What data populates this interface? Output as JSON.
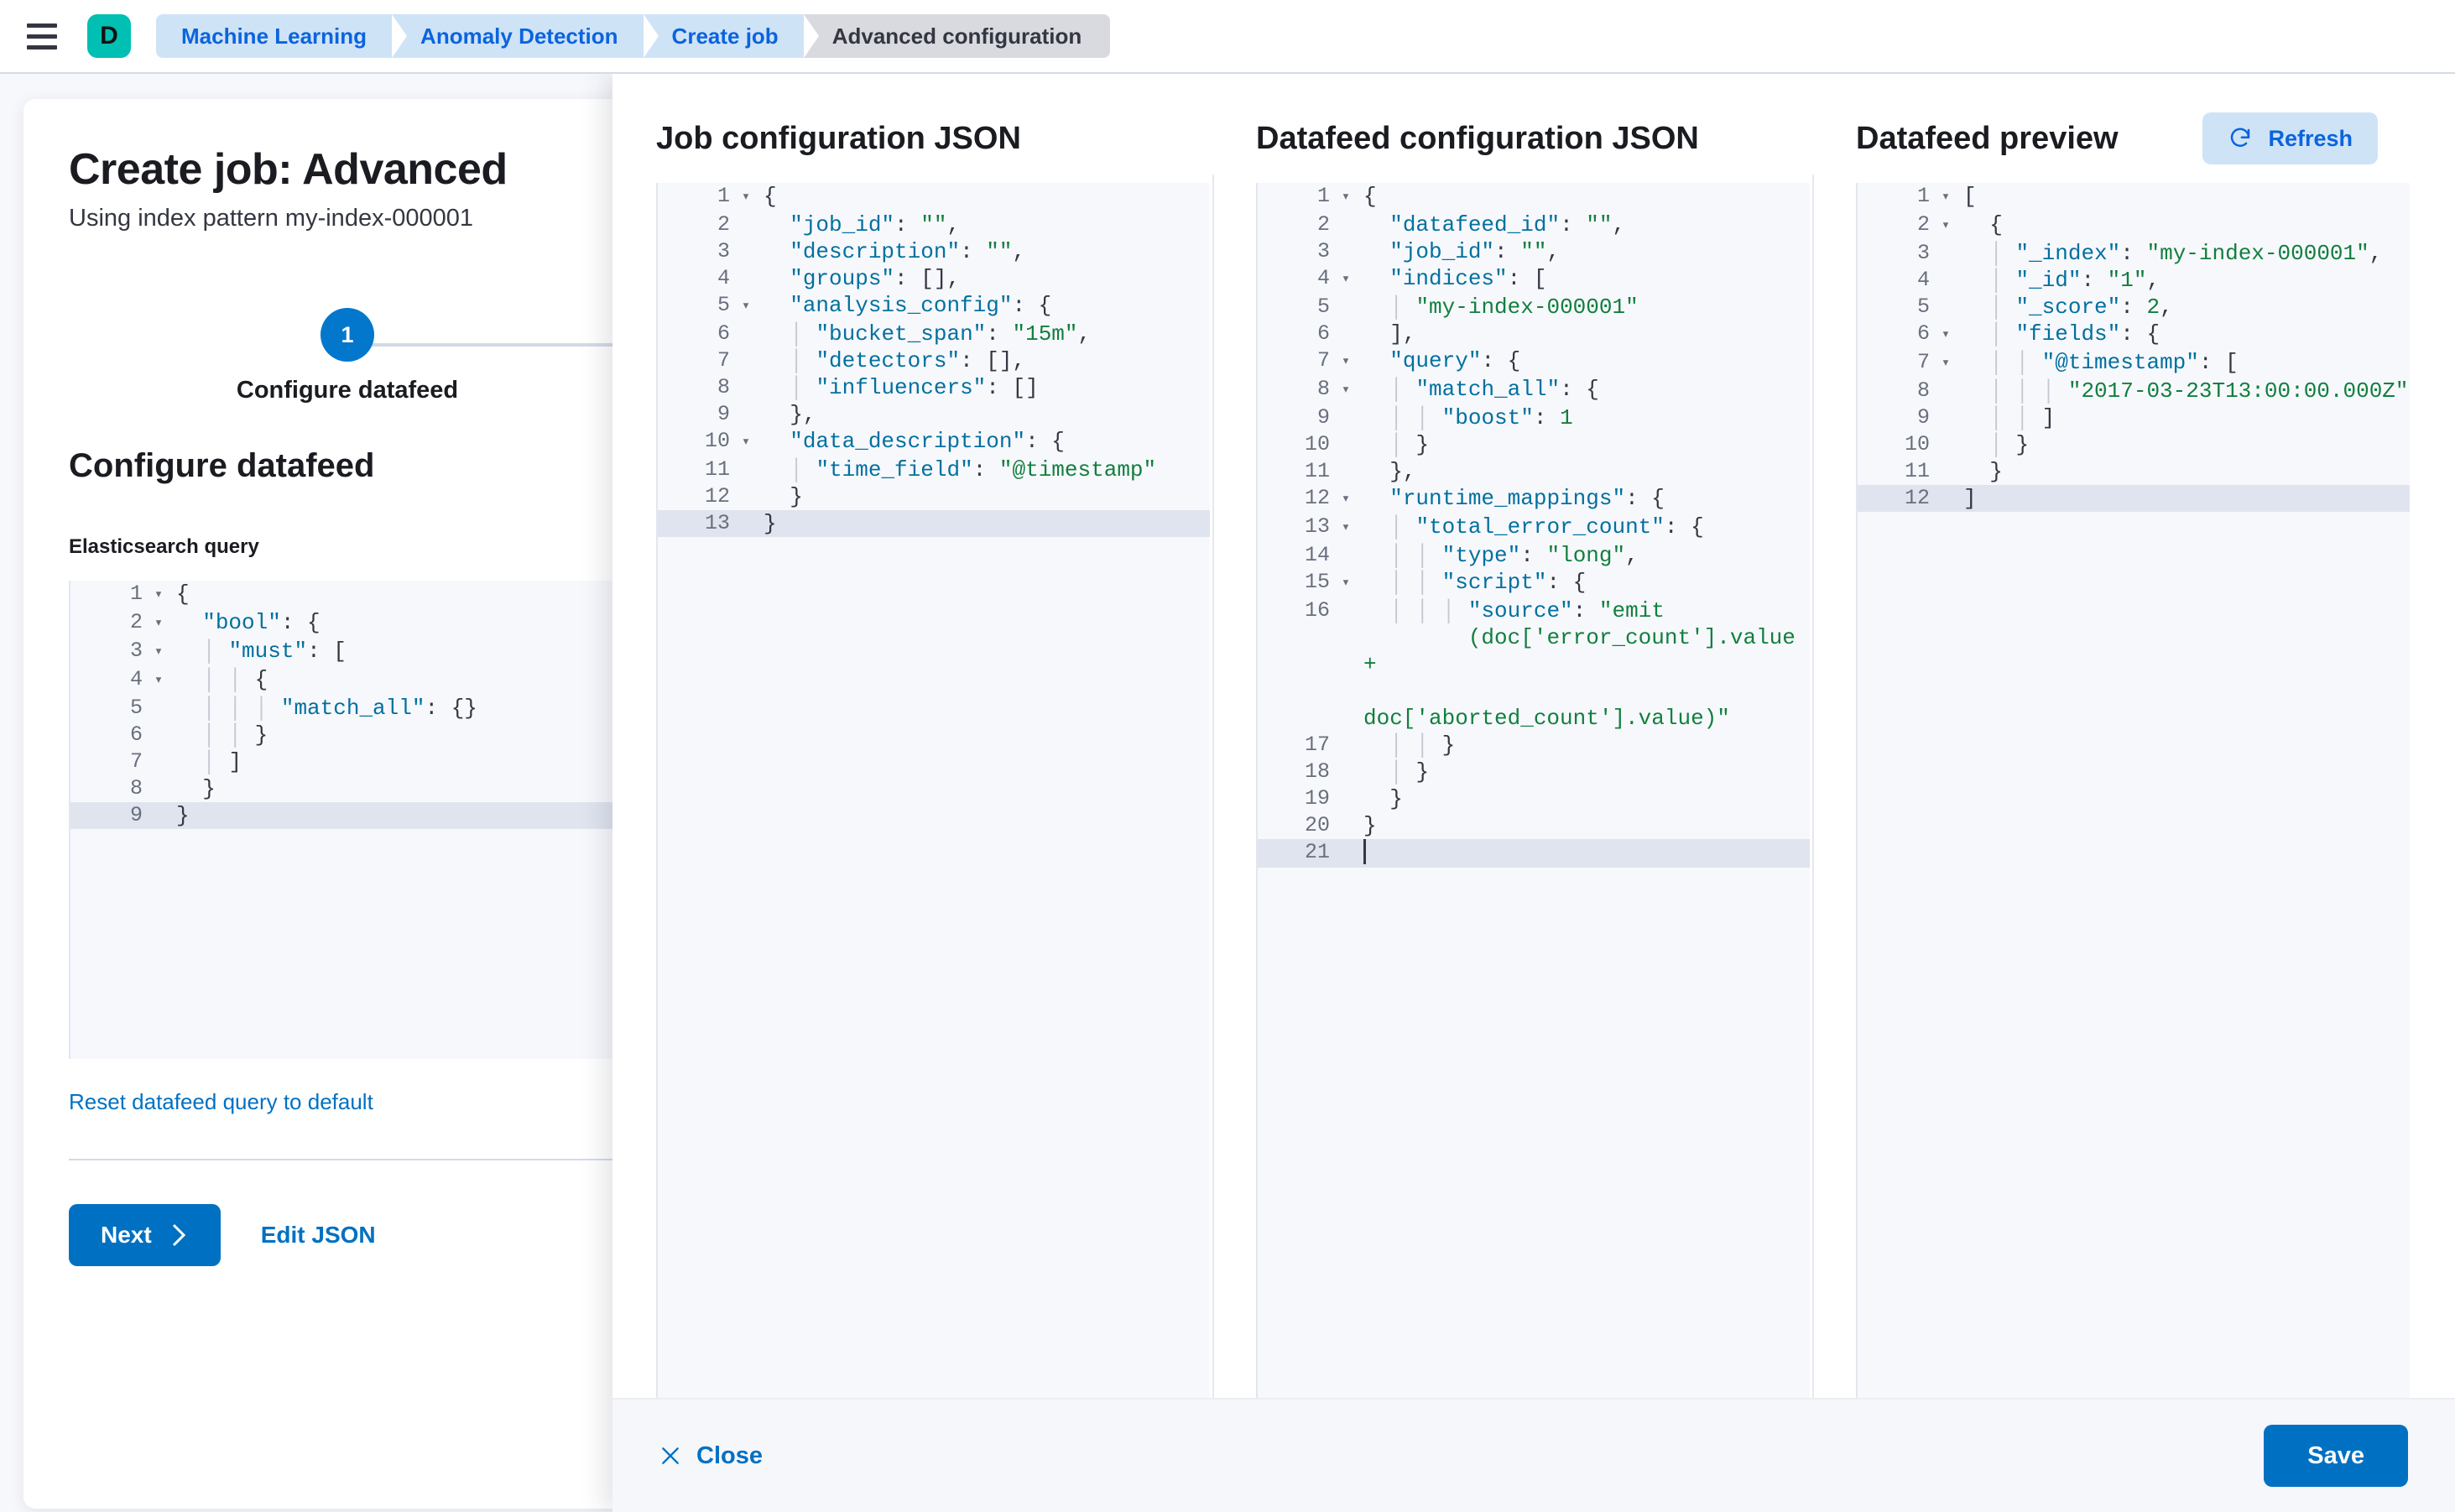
{
  "topbar": {
    "menu_icon": "hamburger-icon",
    "logo_letter": "D",
    "breadcrumbs": [
      {
        "label": "Machine Learning",
        "active": false
      },
      {
        "label": "Anomaly Detection",
        "active": false
      },
      {
        "label": "Create job",
        "active": false
      },
      {
        "label": "Advanced configuration",
        "active": true
      }
    ]
  },
  "page": {
    "title": "Create job: Advanced",
    "subtitle": "Using index pattern my-index-000001",
    "step_number": "1",
    "step_label": "Configure datafeed",
    "section_title": "Configure datafeed",
    "query_field_label": "Elasticsearch query",
    "reset_link": "Reset datafeed query to default",
    "next_label": "Next",
    "next_icon": "chevron-right-icon",
    "edit_json_label": "Edit JSON"
  },
  "es_query_editor": {
    "lines": [
      {
        "n": "1",
        "fold": true,
        "segs": [
          [
            "pun",
            "{"
          ]
        ]
      },
      {
        "n": "2",
        "fold": true,
        "segs": [
          [
            "pun",
            "  "
          ],
          [
            "key",
            "\"bool\""
          ],
          [
            "pun",
            ": {"
          ]
        ]
      },
      {
        "n": "3",
        "fold": true,
        "segs": [
          [
            "guide",
            "  │ "
          ],
          [
            "key",
            "\"must\""
          ],
          [
            "pun",
            ": ["
          ]
        ]
      },
      {
        "n": "4",
        "fold": true,
        "segs": [
          [
            "guide",
            "  │ │ "
          ],
          [
            "pun",
            "{"
          ]
        ]
      },
      {
        "n": "5",
        "fold": false,
        "segs": [
          [
            "guide",
            "  │ │ │ "
          ],
          [
            "key",
            "\"match_all\""
          ],
          [
            "pun",
            ": {}"
          ]
        ]
      },
      {
        "n": "6",
        "fold": false,
        "segs": [
          [
            "guide",
            "  │ │ "
          ],
          [
            "pun",
            "}"
          ]
        ]
      },
      {
        "n": "7",
        "fold": false,
        "segs": [
          [
            "guide",
            "  │ "
          ],
          [
            "pun",
            "]"
          ]
        ]
      },
      {
        "n": "8",
        "fold": false,
        "segs": [
          [
            "pun",
            "  }"
          ]
        ]
      },
      {
        "n": "9",
        "fold": false,
        "segs": [
          [
            "pun",
            "}"
          ]
        ],
        "active": true
      }
    ]
  },
  "flyout": {
    "job_config": {
      "title": "Job configuration JSON",
      "lines": [
        {
          "n": "1",
          "fold": true,
          "segs": [
            [
              "pun",
              "{"
            ]
          ]
        },
        {
          "n": "2",
          "fold": false,
          "segs": [
            [
              "pun",
              "  "
            ],
            [
              "key",
              "\"job_id\""
            ],
            [
              "pun",
              ": "
            ],
            [
              "str",
              "\"\""
            ],
            [
              "pun",
              ","
            ]
          ]
        },
        {
          "n": "3",
          "fold": false,
          "segs": [
            [
              "pun",
              "  "
            ],
            [
              "key",
              "\"description\""
            ],
            [
              "pun",
              ": "
            ],
            [
              "str",
              "\"\""
            ],
            [
              "pun",
              ","
            ]
          ]
        },
        {
          "n": "4",
          "fold": false,
          "segs": [
            [
              "pun",
              "  "
            ],
            [
              "key",
              "\"groups\""
            ],
            [
              "pun",
              ": []"
            ],
            [
              "pun",
              ","
            ]
          ]
        },
        {
          "n": "5",
          "fold": true,
          "segs": [
            [
              "pun",
              "  "
            ],
            [
              "key",
              "\"analysis_config\""
            ],
            [
              "pun",
              ": {"
            ]
          ]
        },
        {
          "n": "6",
          "fold": false,
          "segs": [
            [
              "guide",
              "  │ "
            ],
            [
              "key",
              "\"bucket_span\""
            ],
            [
              "pun",
              ": "
            ],
            [
              "str",
              "\"15m\""
            ],
            [
              "pun",
              ","
            ]
          ]
        },
        {
          "n": "7",
          "fold": false,
          "segs": [
            [
              "guide",
              "  │ "
            ],
            [
              "key",
              "\"detectors\""
            ],
            [
              "pun",
              ": [],"
            ]
          ]
        },
        {
          "n": "8",
          "fold": false,
          "segs": [
            [
              "guide",
              "  │ "
            ],
            [
              "key",
              "\"influencers\""
            ],
            [
              "pun",
              ": []"
            ]
          ]
        },
        {
          "n": "9",
          "fold": false,
          "segs": [
            [
              "pun",
              "  },"
            ]
          ]
        },
        {
          "n": "10",
          "fold": true,
          "segs": [
            [
              "pun",
              "  "
            ],
            [
              "key",
              "\"data_description\""
            ],
            [
              "pun",
              ": {"
            ]
          ]
        },
        {
          "n": "11",
          "fold": false,
          "segs": [
            [
              "guide",
              "  │ "
            ],
            [
              "key",
              "\"time_field\""
            ],
            [
              "pun",
              ": "
            ],
            [
              "str",
              "\"@timestamp\""
            ]
          ]
        },
        {
          "n": "12",
          "fold": false,
          "segs": [
            [
              "pun",
              "  }"
            ]
          ]
        },
        {
          "n": "13",
          "fold": false,
          "segs": [
            [
              "pun",
              "}"
            ]
          ],
          "active": true
        }
      ]
    },
    "datafeed_config": {
      "title": "Datafeed configuration JSON",
      "lines": [
        {
          "n": "1",
          "fold": true,
          "segs": [
            [
              "pun",
              "{"
            ]
          ]
        },
        {
          "n": "2",
          "fold": false,
          "segs": [
            [
              "pun",
              "  "
            ],
            [
              "key",
              "\"datafeed_id\""
            ],
            [
              "pun",
              ": "
            ],
            [
              "str",
              "\"\""
            ],
            [
              "pun",
              ","
            ]
          ]
        },
        {
          "n": "3",
          "fold": false,
          "segs": [
            [
              "pun",
              "  "
            ],
            [
              "key",
              "\"job_id\""
            ],
            [
              "pun",
              ": "
            ],
            [
              "str",
              "\"\""
            ],
            [
              "pun",
              ","
            ]
          ]
        },
        {
          "n": "4",
          "fold": true,
          "segs": [
            [
              "pun",
              "  "
            ],
            [
              "key",
              "\"indices\""
            ],
            [
              "pun",
              ": ["
            ]
          ]
        },
        {
          "n": "5",
          "fold": false,
          "segs": [
            [
              "guide",
              "  │ "
            ],
            [
              "str",
              "\"my-index-000001\""
            ]
          ]
        },
        {
          "n": "6",
          "fold": false,
          "segs": [
            [
              "pun",
              "  ],"
            ]
          ]
        },
        {
          "n": "7",
          "fold": true,
          "segs": [
            [
              "pun",
              "  "
            ],
            [
              "key",
              "\"query\""
            ],
            [
              "pun",
              ": {"
            ]
          ]
        },
        {
          "n": "8",
          "fold": true,
          "segs": [
            [
              "guide",
              "  │ "
            ],
            [
              "key",
              "\"match_all\""
            ],
            [
              "pun",
              ": {"
            ]
          ]
        },
        {
          "n": "9",
          "fold": false,
          "segs": [
            [
              "guide",
              "  │ │ "
            ],
            [
              "key",
              "\"boost\""
            ],
            [
              "pun",
              ": "
            ],
            [
              "num",
              "1"
            ]
          ]
        },
        {
          "n": "10",
          "fold": false,
          "segs": [
            [
              "guide",
              "  │ "
            ],
            [
              "pun",
              "}"
            ]
          ]
        },
        {
          "n": "11",
          "fold": false,
          "segs": [
            [
              "pun",
              "  },"
            ]
          ]
        },
        {
          "n": "12",
          "fold": true,
          "segs": [
            [
              "pun",
              "  "
            ],
            [
              "key",
              "\"runtime_mappings\""
            ],
            [
              "pun",
              ": {"
            ]
          ]
        },
        {
          "n": "13",
          "fold": true,
          "segs": [
            [
              "guide",
              "  │ "
            ],
            [
              "key",
              "\"total_error_count\""
            ],
            [
              "pun",
              ": {"
            ]
          ]
        },
        {
          "n": "14",
          "fold": false,
          "segs": [
            [
              "guide",
              "  │ │ "
            ],
            [
              "key",
              "\"type\""
            ],
            [
              "pun",
              ": "
            ],
            [
              "str",
              "\"long\""
            ],
            [
              "pun",
              ","
            ]
          ]
        },
        {
          "n": "15",
          "fold": true,
          "segs": [
            [
              "guide",
              "  │ │ "
            ],
            [
              "key",
              "\"script\""
            ],
            [
              "pun",
              ": {"
            ]
          ]
        },
        {
          "n": "16",
          "fold": false,
          "wrap": true,
          "segs": [
            [
              "guide",
              "  │ │ │ "
            ],
            [
              "key",
              "\"source\""
            ],
            [
              "pun",
              ": "
            ],
            [
              "str",
              "\"emit\n        (doc['error_count'].value +\n        doc['aborted_count'].value)\""
            ]
          ]
        },
        {
          "n": "17",
          "fold": false,
          "segs": [
            [
              "guide",
              "  │ │ "
            ],
            [
              "pun",
              "}"
            ]
          ]
        },
        {
          "n": "18",
          "fold": false,
          "segs": [
            [
              "guide",
              "  │ "
            ],
            [
              "pun",
              "}"
            ]
          ]
        },
        {
          "n": "19",
          "fold": false,
          "segs": [
            [
              "pun",
              "  }"
            ]
          ]
        },
        {
          "n": "20",
          "fold": false,
          "segs": [
            [
              "pun",
              "}"
            ]
          ]
        },
        {
          "n": "21",
          "fold": false,
          "segs": [
            [
              "caret",
              ""
            ]
          ],
          "active": true
        }
      ]
    },
    "datafeed_preview": {
      "title": "Datafeed preview",
      "refresh_label": "Refresh",
      "refresh_icon": "refresh-icon",
      "lines": [
        {
          "n": "1",
          "fold": true,
          "segs": [
            [
              "pun",
              "["
            ]
          ]
        },
        {
          "n": "2",
          "fold": true,
          "segs": [
            [
              "pun",
              "  {"
            ]
          ]
        },
        {
          "n": "3",
          "fold": false,
          "segs": [
            [
              "guide",
              "  │ "
            ],
            [
              "key",
              "\"_index\""
            ],
            [
              "pun",
              ": "
            ],
            [
              "str",
              "\"my-index-000001\""
            ],
            [
              "pun",
              ","
            ]
          ]
        },
        {
          "n": "4",
          "fold": false,
          "segs": [
            [
              "guide",
              "  │ "
            ],
            [
              "key",
              "\"_id\""
            ],
            [
              "pun",
              ": "
            ],
            [
              "str",
              "\"1\""
            ],
            [
              "pun",
              ","
            ]
          ]
        },
        {
          "n": "5",
          "fold": false,
          "segs": [
            [
              "guide",
              "  │ "
            ],
            [
              "key",
              "\"_score\""
            ],
            [
              "pun",
              ": "
            ],
            [
              "num",
              "2"
            ],
            [
              "pun",
              ","
            ]
          ]
        },
        {
          "n": "6",
          "fold": true,
          "segs": [
            [
              "guide",
              "  │ "
            ],
            [
              "key",
              "\"fields\""
            ],
            [
              "pun",
              ": {"
            ]
          ]
        },
        {
          "n": "7",
          "fold": true,
          "segs": [
            [
              "guide",
              "  │ │ "
            ],
            [
              "key",
              "\"@timestamp\""
            ],
            [
              "pun",
              ": ["
            ]
          ]
        },
        {
          "n": "8",
          "fold": false,
          "segs": [
            [
              "guide",
              "  │ │ │ "
            ],
            [
              "str",
              "\"2017-03-23T13:00:00.000Z\""
            ]
          ]
        },
        {
          "n": "9",
          "fold": false,
          "segs": [
            [
              "guide",
              "  │ │ "
            ],
            [
              "pun",
              "]"
            ]
          ]
        },
        {
          "n": "10",
          "fold": false,
          "segs": [
            [
              "guide",
              "  │ "
            ],
            [
              "pun",
              "}"
            ]
          ]
        },
        {
          "n": "11",
          "fold": false,
          "segs": [
            [
              "pun",
              "  }"
            ]
          ]
        },
        {
          "n": "12",
          "fold": false,
          "segs": [
            [
              "pun",
              "]"
            ]
          ],
          "active": true
        }
      ]
    },
    "footer": {
      "close_label": "Close",
      "close_icon": "close-x-icon",
      "save_label": "Save"
    }
  },
  "colors": {
    "accent_blue": "#0071c2",
    "brand_teal": "#00bfb3",
    "string_green": "#117f3e",
    "key_blue": "#00709f"
  }
}
